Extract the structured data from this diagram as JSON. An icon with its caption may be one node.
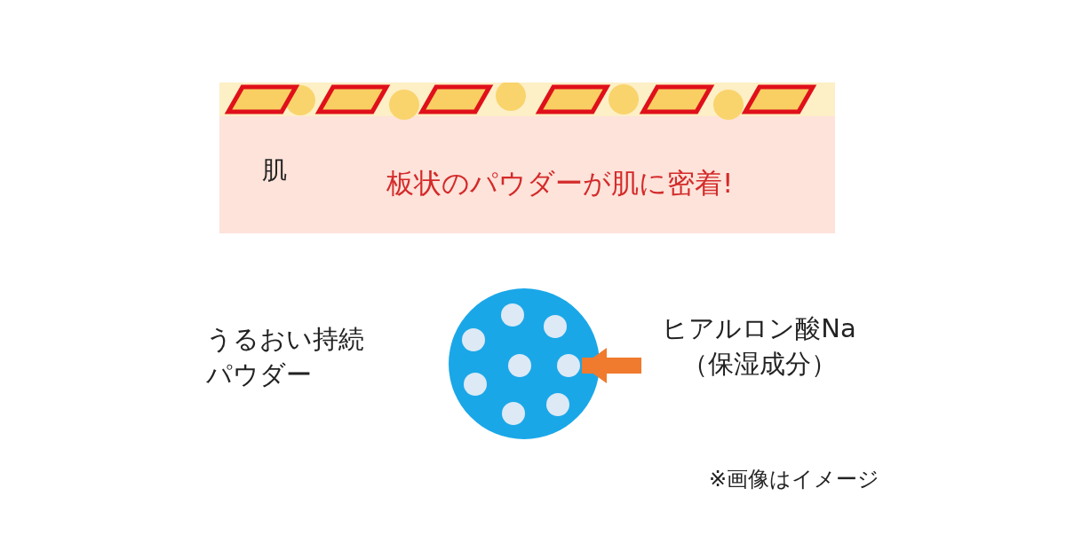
{
  "diagram": {
    "nodes": [
      {
        "text": [
          "肌",
          "板状のパウダーが肌に密着!"
        ]
      },
      {
        "text": [],
        "shape": "circle",
        "beside": [
          "うるおい持続パウダー"
        ]
      },
      {
        "text": [],
        "shape": "circle",
        "in": 1
      },
      {
        "text": [],
        "shape": "circle",
        "in": 1
      },
      {
        "text": [],
        "shape": "circle",
        "in": 1
      },
      {
        "text": [],
        "shape": "circle",
        "in": 1
      },
      {
        "text": [],
        "shape": "circle",
        "in": 1
      },
      {
        "text": [],
        "shape": "circle",
        "in": 1
      },
      {
        "text": [],
        "shape": "circle",
        "in": 1
      },
      {
        "text": [],
        "shape": "circle",
        "in": 1
      },
      {
        "text": [
          "ヒアルロン酸Na（保湿成分）"
        ]
      }
    ],
    "edges": [
      {
        "from": 10,
        "to": 6,
        "arrow": "to",
        "color": "#f07a2e"
      }
    ],
    "labels": [
      "※画像はイメージ"
    ]
  }
}
